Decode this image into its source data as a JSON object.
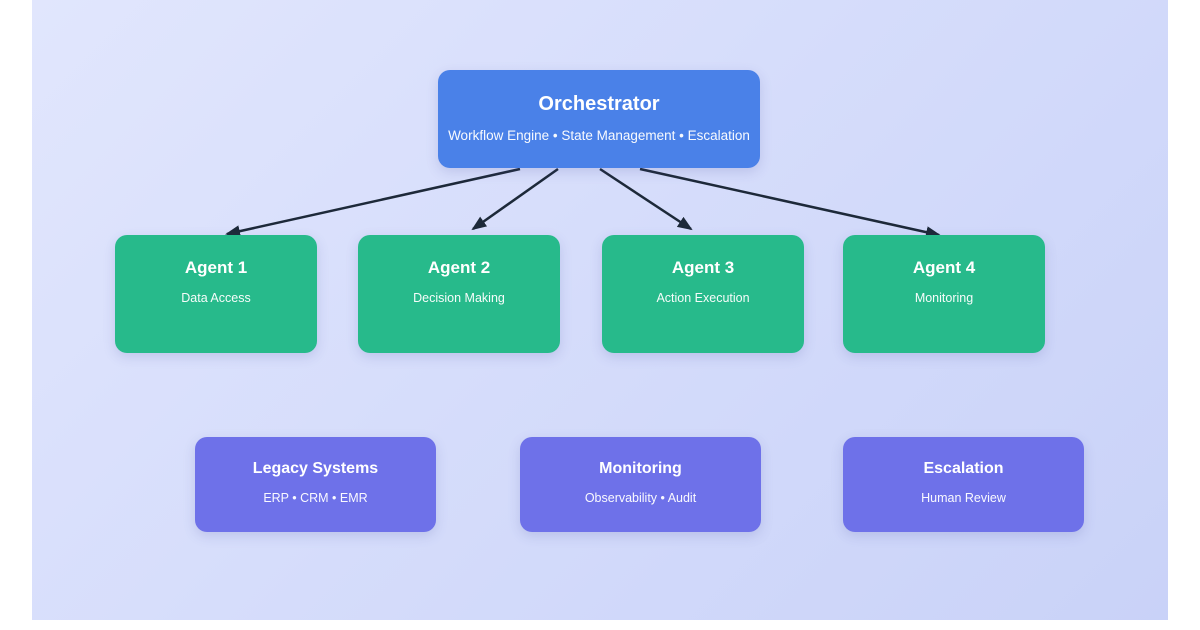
{
  "diagram": {
    "orchestrator": {
      "title": "Orchestrator",
      "subtitle": "Workflow Engine • State Management • Escalation",
      "color": "#4a81e8"
    },
    "agents": [
      {
        "title": "Agent 1",
        "subtitle": "Data Access"
      },
      {
        "title": "Agent 2",
        "subtitle": "Decision Making"
      },
      {
        "title": "Agent 3",
        "subtitle": "Action Execution"
      },
      {
        "title": "Agent 4",
        "subtitle": "Monitoring"
      }
    ],
    "agent_color": "#27ba8b",
    "support_systems": [
      {
        "title": "Legacy Systems",
        "subtitle": "ERP • CRM • EMR"
      },
      {
        "title": "Monitoring",
        "subtitle": "Observability • Audit"
      },
      {
        "title": "Escalation",
        "subtitle": "Human Review"
      }
    ],
    "support_color": "#6e71e9",
    "arrow_color": "#1d2939",
    "background_gradient_start": "#e1e6fd",
    "background_gradient_end": "#c9d2f8"
  }
}
